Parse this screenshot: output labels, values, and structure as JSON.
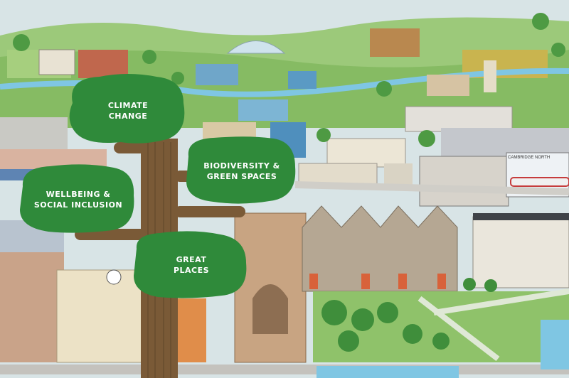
{
  "canopies": {
    "climate": {
      "label": "CLIMATE\nCHANGE"
    },
    "biodiversity": {
      "label": "BIODIVERSITY &\nGREEN SPACES"
    },
    "wellbeing": {
      "label": "WELLBEING &\nSOCIAL INCLUSION"
    },
    "places": {
      "label": "GREAT\nPLACES"
    }
  },
  "signs": {
    "station": "CAMBRIDGE NORTH"
  },
  "colors": {
    "canopy": "#2f8a3a",
    "canopy_dark": "#23702d",
    "trunk": "#7a5a37",
    "sky": "#d8e4e6",
    "grass": "#8fc26a",
    "river": "#7fc6e3"
  }
}
